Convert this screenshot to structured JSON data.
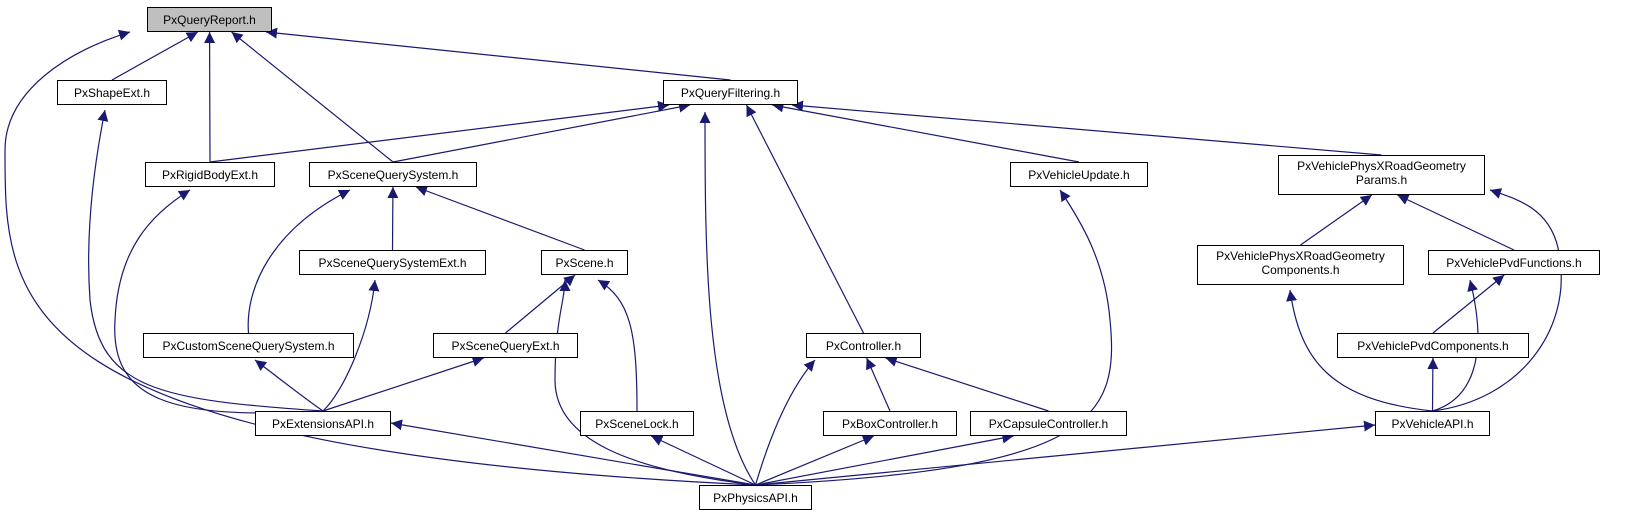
{
  "colors": {
    "edge": "#191970",
    "node_border": "#000000",
    "root_fill": "#bfbfbf",
    "node_fill": "#ffffff"
  },
  "nodes": {
    "pxqueryreport": {
      "lines": [
        "PxQueryReport.h"
      ]
    },
    "pxshapeext": {
      "lines": [
        "PxShapeExt.h"
      ]
    },
    "pxqueryfiltering": {
      "lines": [
        "PxQueryFiltering.h"
      ]
    },
    "pxrigidbodyext": {
      "lines": [
        "PxRigidBodyExt.h"
      ]
    },
    "pxscenequerysystem": {
      "lines": [
        "PxSceneQuerySystem.h"
      ]
    },
    "pxvehicleupdate": {
      "lines": [
        "PxVehicleUpdate.h"
      ]
    },
    "pxvehiclephysxroadgeometryparams": {
      "lines": [
        "PxVehiclePhysXRoadGeometry",
        "Params.h"
      ]
    },
    "pxscenequerysystemext": {
      "lines": [
        "PxSceneQuerySystemExt.h"
      ]
    },
    "pxscene": {
      "lines": [
        "PxScene.h"
      ]
    },
    "pxvehiclephysxroadgeometrycomponents": {
      "lines": [
        "PxVehiclePhysXRoadGeometry",
        "Components.h"
      ]
    },
    "pxvehiclepvdfunctions": {
      "lines": [
        "PxVehiclePvdFunctions.h"
      ]
    },
    "pxcustomscenequerysystem": {
      "lines": [
        "PxCustomSceneQuerySystem.h"
      ]
    },
    "pxscenequeryext": {
      "lines": [
        "PxSceneQueryExt.h"
      ]
    },
    "pxcontroller": {
      "lines": [
        "PxController.h"
      ]
    },
    "pxvehiclepvdcomponents": {
      "lines": [
        "PxVehiclePvdComponents.h"
      ]
    },
    "pxextensionsapi": {
      "lines": [
        "PxExtensionsAPI.h"
      ]
    },
    "pxscenelock": {
      "lines": [
        "PxSceneLock.h"
      ]
    },
    "pxboxcontroller": {
      "lines": [
        "PxBoxController.h"
      ]
    },
    "pxcapsulecontroller": {
      "lines": [
        "PxCapsuleController.h"
      ]
    },
    "pxvehicleapi": {
      "lines": [
        "PxVehicleAPI.h"
      ]
    },
    "pxphysicsapi": {
      "lines": [
        "PxPhysicsAPI.h"
      ]
    }
  },
  "edges": [
    [
      "pxshapeext",
      "pxqueryreport"
    ],
    [
      "pxrigidbodyext",
      "pxqueryreport"
    ],
    [
      "pxscenequerysystem",
      "pxqueryreport"
    ],
    [
      "pxqueryfiltering",
      "pxqueryreport"
    ],
    [
      "pxphysicsapi",
      "pxqueryreport"
    ],
    [
      "pxrigidbodyext",
      "pxqueryfiltering"
    ],
    [
      "pxscenequerysystem",
      "pxqueryfiltering"
    ],
    [
      "pxvehicleupdate",
      "pxqueryfiltering"
    ],
    [
      "pxvehiclephysxroadgeometryparams",
      "pxqueryfiltering"
    ],
    [
      "pxcontroller",
      "pxqueryfiltering"
    ],
    [
      "pxphysicsapi",
      "pxqueryfiltering"
    ],
    [
      "pxextensionsapi",
      "pxshapeext"
    ],
    [
      "pxextensionsapi",
      "pxrigidbodyext"
    ],
    [
      "pxcustomscenequerysystem",
      "pxscenequerysystem"
    ],
    [
      "pxscenequerysystemext",
      "pxscenequerysystem"
    ],
    [
      "pxscene",
      "pxscenequerysystem"
    ],
    [
      "pxextensionsapi",
      "pxscenequerysystemext"
    ],
    [
      "pxscenequeryext",
      "pxscene"
    ],
    [
      "pxscenelock",
      "pxscene"
    ],
    [
      "pxphysicsapi",
      "pxscene"
    ],
    [
      "pxextensionsapi",
      "pxcustomscenequerysystem"
    ],
    [
      "pxextensionsapi",
      "pxscenequeryext"
    ],
    [
      "pxphysicsapi",
      "pxextensionsapi"
    ],
    [
      "pxphysicsapi",
      "pxscenelock"
    ],
    [
      "pxboxcontroller",
      "pxcontroller"
    ],
    [
      "pxcapsulecontroller",
      "pxcontroller"
    ],
    [
      "pxphysicsapi",
      "pxcontroller"
    ],
    [
      "pxphysicsapi",
      "pxboxcontroller"
    ],
    [
      "pxphysicsapi",
      "pxcapsulecontroller"
    ],
    [
      "pxphysicsapi",
      "pxvehicleupdate"
    ],
    [
      "pxvehiclephysxroadgeometrycomponents",
      "pxvehiclephysxroadgeometryparams"
    ],
    [
      "pxvehiclepvdfunctions",
      "pxvehiclephysxroadgeometryparams"
    ],
    [
      "pxvehicleapi",
      "pxvehiclephysxroadgeometryparams"
    ],
    [
      "pxvehicleapi",
      "pxvehiclephysxroadgeometrycomponents"
    ],
    [
      "pxvehiclepvdcomponents",
      "pxvehiclepvdfunctions"
    ],
    [
      "pxvehicleapi",
      "pxvehiclepvdfunctions"
    ],
    [
      "pxvehicleapi",
      "pxvehiclepvdcomponents"
    ],
    [
      "pxphysicsapi",
      "pxvehicleapi"
    ]
  ]
}
